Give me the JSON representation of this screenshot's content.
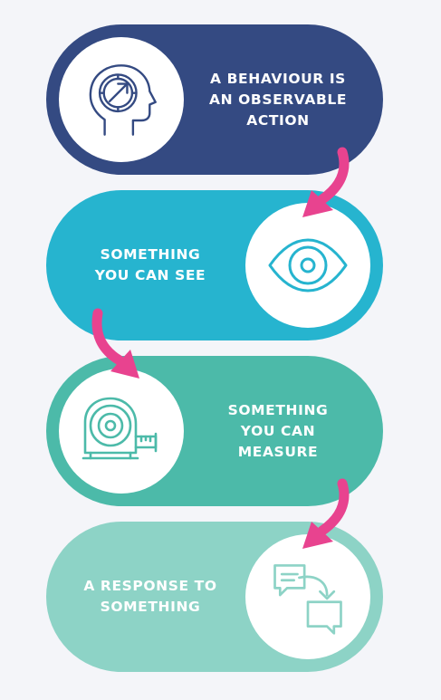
{
  "diagram": {
    "steps": [
      {
        "text": "A BEHAVIOUR IS\nAN OBSERVABLE\nACTION",
        "icon": "head-arrow-icon",
        "color": "#344a82"
      },
      {
        "text": "SOMETHING\nYOU CAN SEE",
        "icon": "eye-icon",
        "color": "#26b4cf"
      },
      {
        "text": "SOMETHING\nYOU CAN\nMEASURE",
        "icon": "tape-measure-icon",
        "color": "#4cbaa9"
      },
      {
        "text": "A RESPONSE TO\nSOMETHING",
        "icon": "speech-bubbles-icon",
        "color": "#8dd3c6"
      }
    ],
    "arrow_color": "#e8438f",
    "background": "#f4f5f9"
  }
}
